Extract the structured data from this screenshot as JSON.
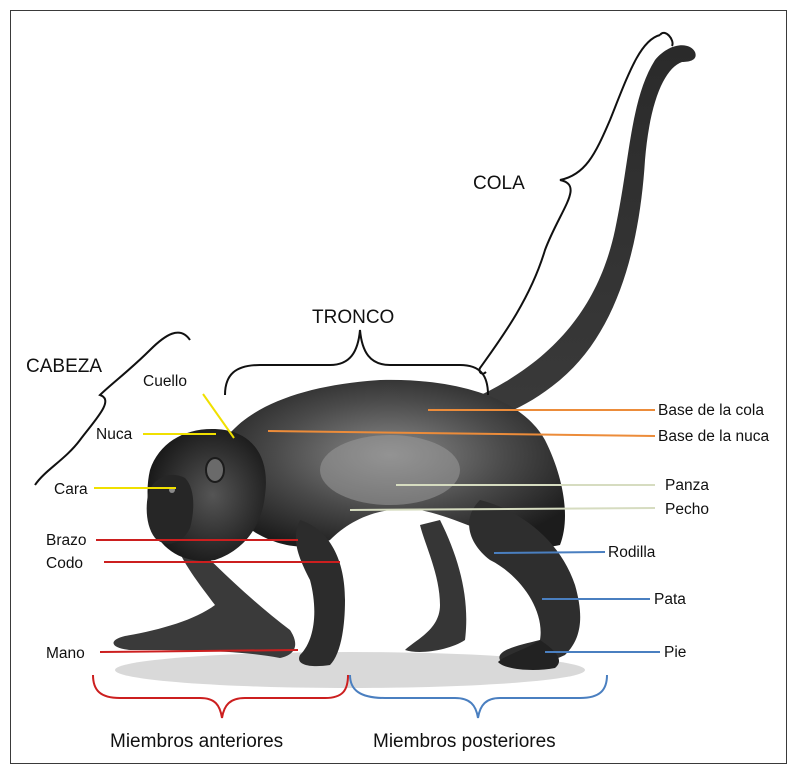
{
  "regions": {
    "cola": "COLA",
    "tronco": "TRONCO",
    "cabeza": "CABEZA"
  },
  "parts": {
    "cuello": "Cuello",
    "nuca": "Nuca",
    "cara": "Cara",
    "brazo": "Brazo",
    "codo": "Codo",
    "mano": "Mano",
    "base_cola": "Base de la cola",
    "base_nuca": "Base de la nuca",
    "panza": "Panza",
    "pecho": "Pecho",
    "rodilla": "Rodilla",
    "pata": "Pata",
    "pie": "Pie"
  },
  "limb_groups": {
    "anteriores": "Miembros anteriores",
    "posteriores": "Miembros posteriores"
  },
  "colors": {
    "head": "#f0e000",
    "front_limb": "#cc1f1f",
    "back_limb": "#4a7fc0",
    "trunk_top": "#ec8c3a",
    "trunk_under": "#d6dcc0",
    "bracket": "#111111"
  }
}
